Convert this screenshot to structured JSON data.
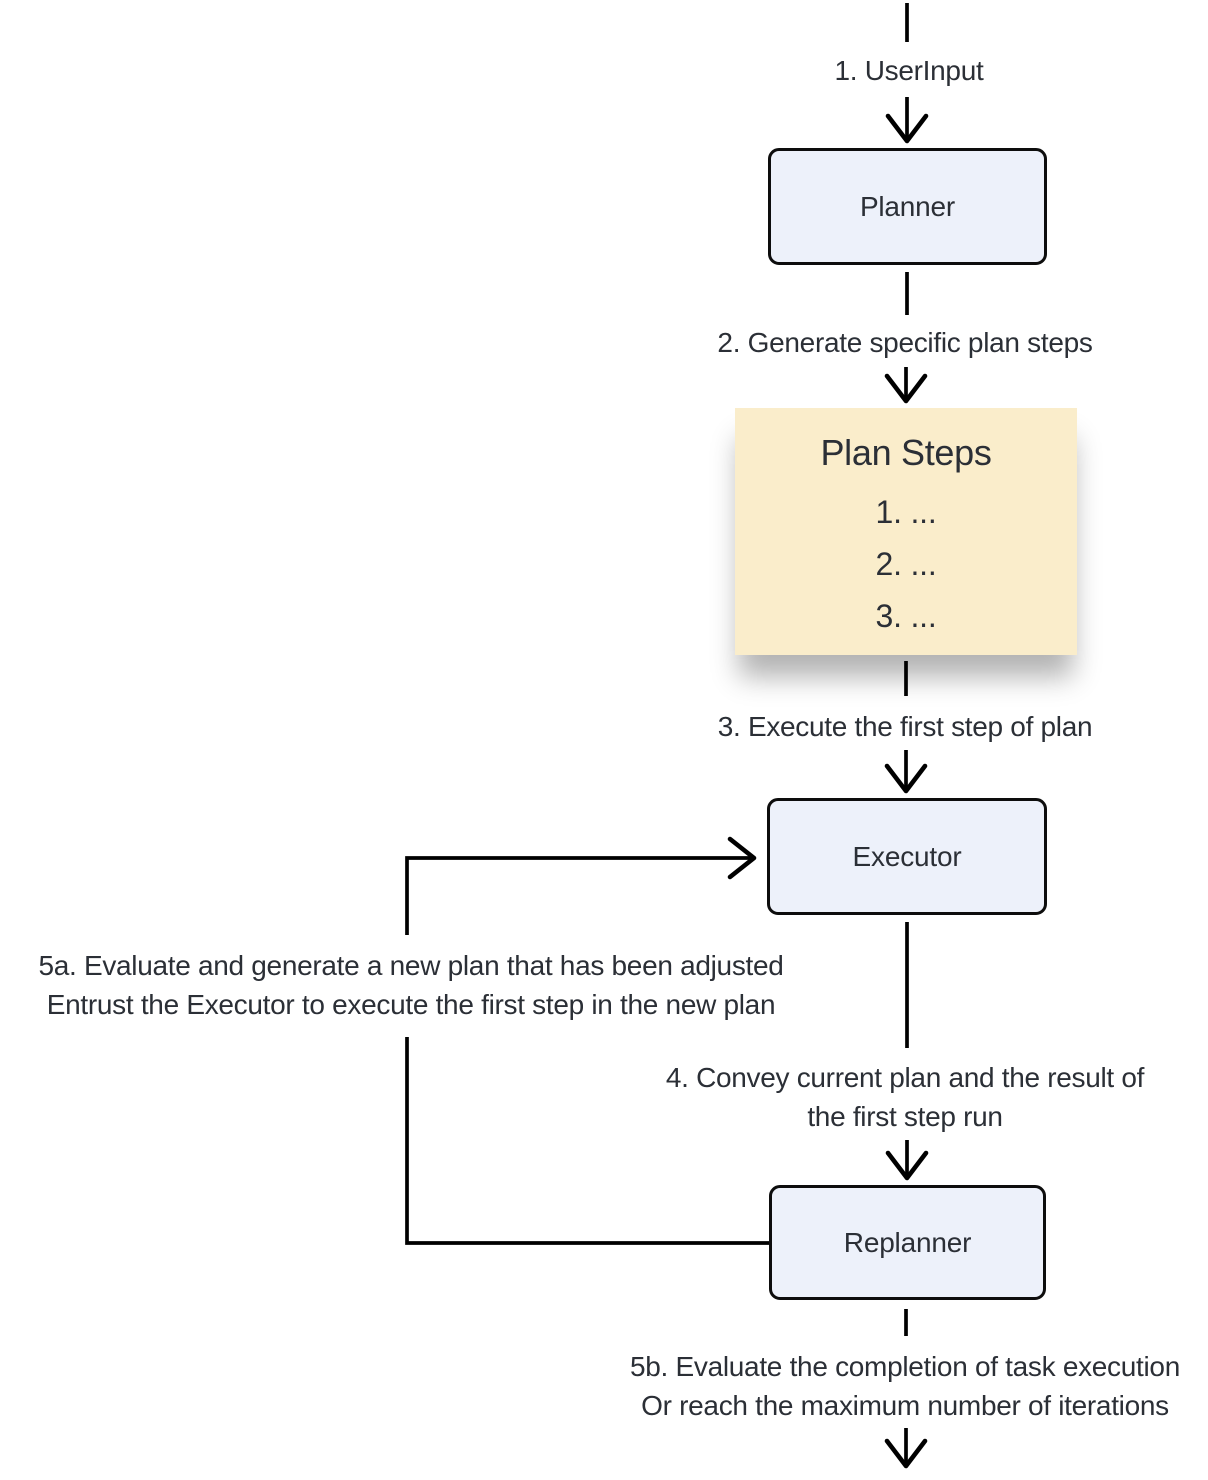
{
  "diagram": {
    "nodes": {
      "planner": "Planner",
      "executor": "Executor",
      "replanner": "Replanner"
    },
    "plan_steps": {
      "title": "Plan Steps",
      "items": [
        "1. ...",
        "2. ...",
        "3. ..."
      ]
    },
    "labels": {
      "step1": "1. UserInput",
      "step2": "2. Generate specific plan steps",
      "step3": "3. Execute the first step of plan",
      "step4": {
        "line1": "4. Convey current plan and the result of",
        "line2": "the first step run"
      },
      "step5a": {
        "line1": "5a. Evaluate and generate a new plan that has been adjusted",
        "line2": "Entrust the Executor to execute the first step in the new plan"
      },
      "step5b": {
        "line1": "5b. Evaluate the completion of task execution",
        "line2": "Or reach the maximum number of iterations"
      }
    },
    "colors": {
      "node_fill": "#edf1fa",
      "node_border": "#0d0d0d",
      "plan_steps_fill": "#faedcb",
      "edge": "#000000",
      "text": "#2b2f36"
    }
  }
}
